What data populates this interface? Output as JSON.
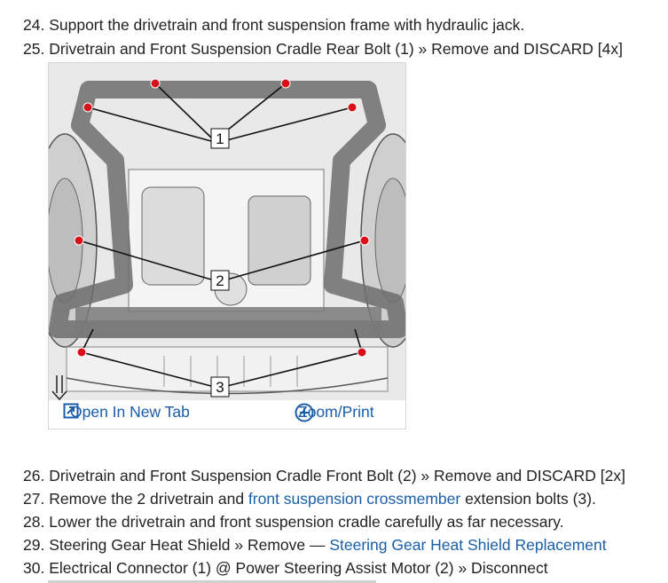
{
  "steps_top": [
    {
      "num": "24.",
      "text": "Support the drivetrain and front suspension frame with hydraulic jack."
    },
    {
      "num": "25.",
      "text": "Drivetrain and Front Suspension Cradle Rear Bolt (1) » Remove and DISCARD [4x]"
    }
  ],
  "figure": {
    "callouts": [
      "1",
      "2",
      "3"
    ],
    "open_tab_label": "Open In New Tab",
    "zoom_label": "Zoom/Print",
    "open_tab_icon": "open-in-new-tab-icon",
    "zoom_icon": "zoom-plus-icon",
    "link_color": "#1a5ea8",
    "marker_color": "#d9101a"
  },
  "step26": {
    "num": "26.",
    "text": "Drivetrain and Front Suspension Cradle Front Bolt (2) » Remove and DISCARD [2x]"
  },
  "step27": {
    "num": "27.",
    "pre": "Remove the 2 drivetrain and ",
    "link": "front suspension crossmember",
    "post": " extension bolts (3)."
  },
  "step28": {
    "num": "28.",
    "text": "Lower the drivetrain and front suspension cradle carefully as far necessary."
  },
  "step29": {
    "num": "29.",
    "pre": "Steering Gear Heat Shield » Remove — ",
    "link": "Steering Gear Heat Shield Replacement"
  },
  "step30": {
    "num": "30.",
    "text": "Electrical Connector (1) @ Power Steering Assist Motor (2) » Disconnect"
  }
}
